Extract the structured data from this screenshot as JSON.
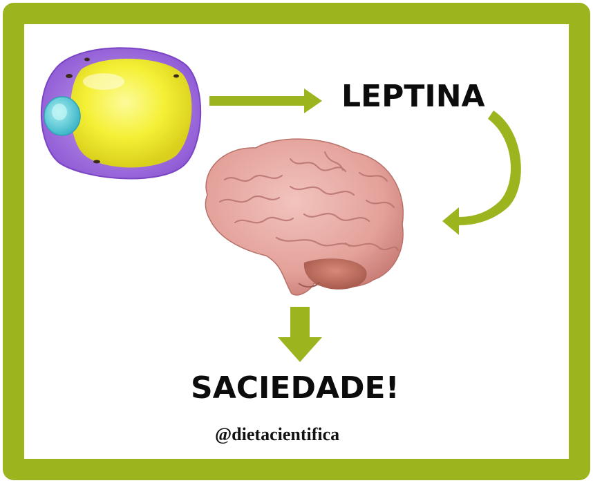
{
  "diagram": {
    "nodes": {
      "hormone": "LEPTINA",
      "outcome": "SACIEDADE!"
    },
    "credit": "@dietacientifica",
    "images": [
      "fat-cell",
      "brain"
    ],
    "colors": {
      "frame": "#9cb41e",
      "arrow": "#9cb41e",
      "cell_membrane": "#9c6fd6",
      "lipid_droplet": "#f2ee3a",
      "nucleus": "#5ccbd6",
      "brain": "#e6a6a0"
    }
  }
}
